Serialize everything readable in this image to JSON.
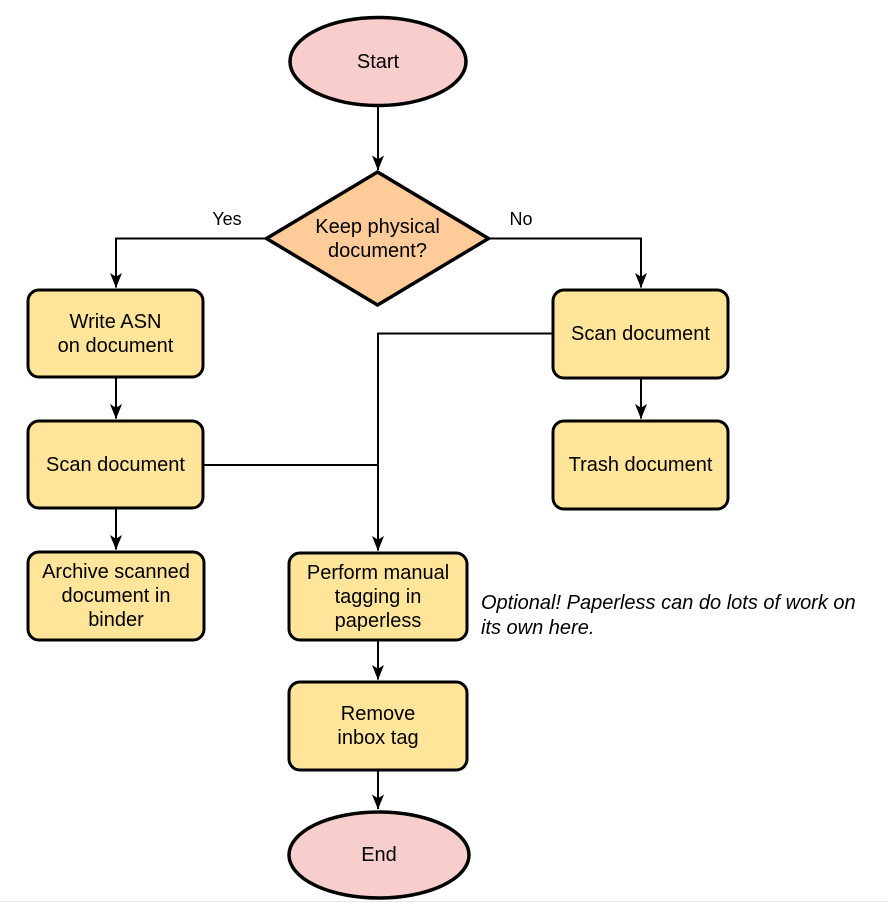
{
  "colors": {
    "terminal_fill": "#F8CECC",
    "decision_fill": "#FFCC99",
    "process_fill": "#FFE599",
    "stroke": "#000000",
    "connector": "#000000",
    "page_edge": "#E6E6E6"
  },
  "nodes": {
    "start": "Start",
    "decision": "Keep physical\ndocument?",
    "write_asn": "Write ASN\non document",
    "scan_left": "Scan document",
    "archive": "Archive scanned\ndocument in\nbinder",
    "scan_right": "Scan document",
    "trash": "Trash document",
    "tagging": "Perform manual\ntagging in\npaperless",
    "remove_tag": "Remove\ninbox tag",
    "end": "End"
  },
  "edge_labels": {
    "yes": "Yes",
    "no": "No"
  },
  "annotation": "Optional! Paperless can do lots of work on\nits own here."
}
